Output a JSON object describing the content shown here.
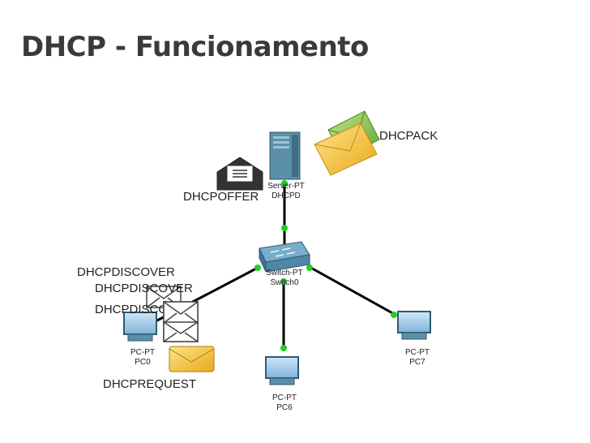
{
  "slide": {
    "title": "DHCP - Funcionamento"
  },
  "devices": {
    "server": {
      "type": "Server-PT",
      "name": "DHCPD"
    },
    "switch": {
      "type": "Switch-PT",
      "name": "Switch0"
    },
    "pc0": {
      "type": "PC-PT",
      "name": "PC0"
    },
    "pc6": {
      "type": "PC-PT",
      "name": "PC6"
    },
    "pc7": {
      "type": "PC-PT",
      "name": "PC7"
    }
  },
  "messages": {
    "discover_1": "DHCPDISCOVER",
    "discover_2": "DHCPDISCOVER",
    "discover_3": "DHCPDISCOVER",
    "offer": "DHCPOFFER",
    "request": "DHCPREQUEST",
    "ack": "DHCPACK"
  },
  "colors": {
    "link": "#000000",
    "port_up": "#22cc22",
    "envelope_yellow": "#f2c12e",
    "envelope_green": "#7cc243"
  }
}
